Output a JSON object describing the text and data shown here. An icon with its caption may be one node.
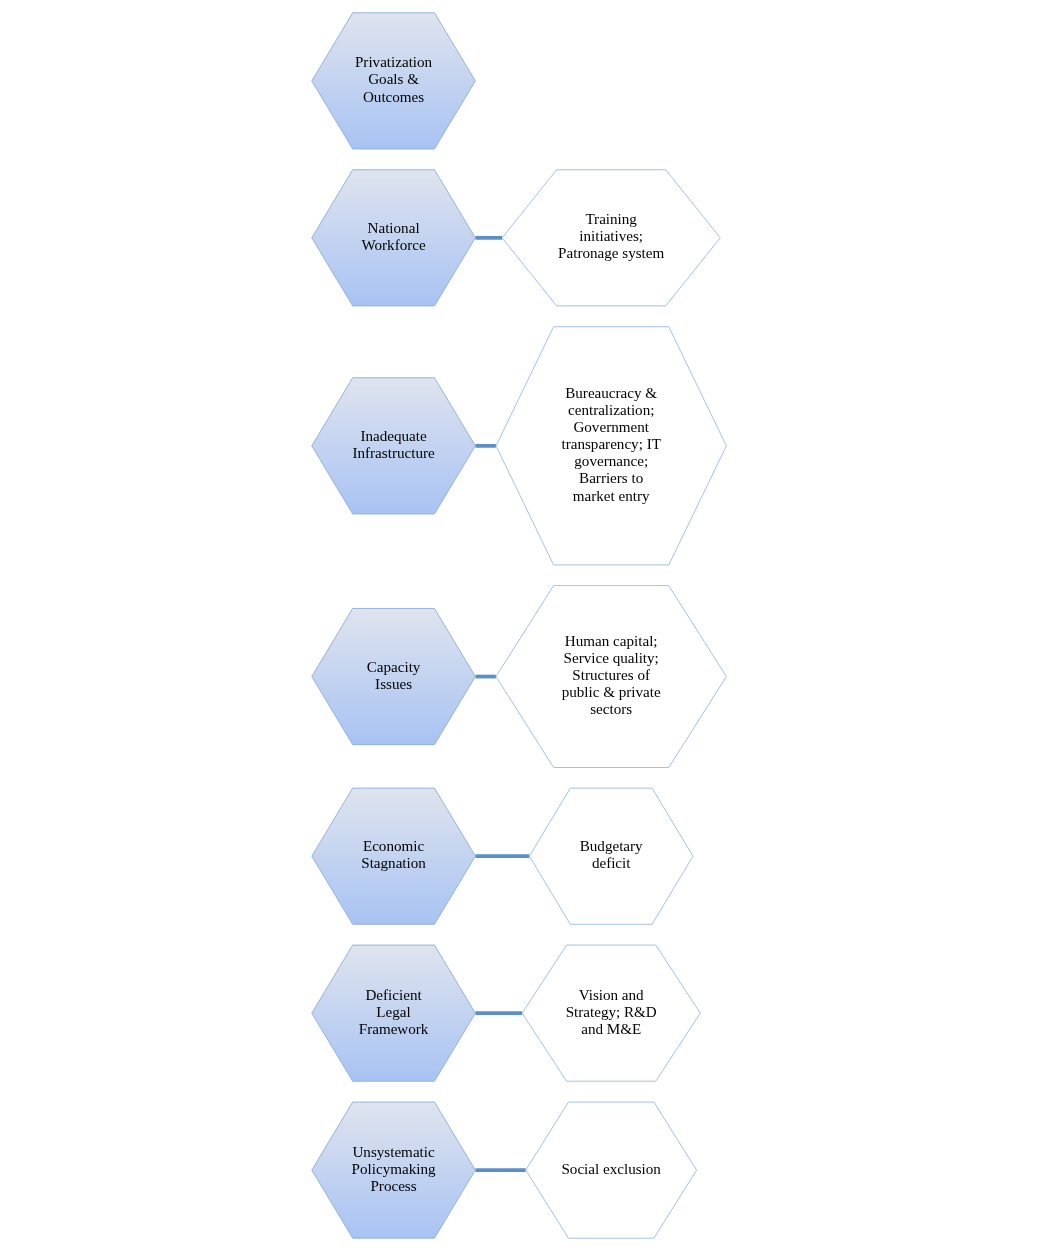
{
  "diagram": {
    "nodes": [
      {
        "text": [
          "Unsystematic Policymaking Process"
        ]
      },
      {
        "text": [
          "Social exclusion"
        ]
      },
      {
        "text": [
          "Vision and Strategy; R&D and M&E"
        ]
      },
      {
        "text": [
          "Economic Stagnation"
        ]
      },
      {
        "text": [
          "Deficient Legal Framework"
        ]
      },
      {
        "text": [
          "Budgetary deficit"
        ]
      },
      {
        "text": [
          "Human capital; Service quality; Structures of public & private sectors"
        ]
      },
      {
        "text": [
          "Bureaucracy & centralization; Government transparency; IT governance; Barriers to market entry"
        ]
      },
      {
        "text": [
          "Inadequate Infrastructure"
        ]
      },
      {
        "text": [
          "National Workforce"
        ]
      },
      {
        "text": [
          "Capacity Issues"
        ]
      },
      {
        "text": [
          "Privatization Goals & Outcomes"
        ]
      },
      {
        "text": [
          "Training initiatives; Patronage system"
        ]
      }
    ],
    "edges": [
      {
        "from": 0,
        "to": 1,
        "arrow": "none"
      },
      {
        "from": 4,
        "to": 2,
        "arrow": "none"
      },
      {
        "from": 3,
        "to": 5,
        "arrow": "none"
      },
      {
        "from": 8,
        "to": 7,
        "arrow": "none"
      },
      {
        "from": 10,
        "to": 6,
        "arrow": "none"
      },
      {
        "from": 9,
        "to": 12,
        "arrow": "none"
      }
    ]
  }
}
